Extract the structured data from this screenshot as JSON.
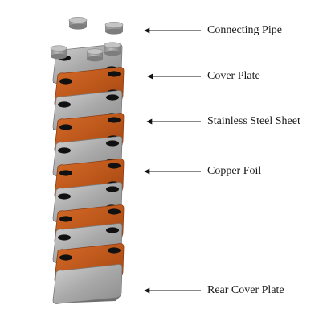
{
  "labels": {
    "connecting_pipe": "Connecting Pipe",
    "cover_plate": "Cover Plate",
    "stainless_steel_sheet": "Stainless Steel Sheet",
    "copper_foil": "Copper Foil",
    "rear_cover_plate": "Rear Cover Plate"
  },
  "colors": {
    "steel": "#a3a3a3",
    "copper": "#c05a1e",
    "hole": "#111111",
    "arrow": "#111111"
  }
}
